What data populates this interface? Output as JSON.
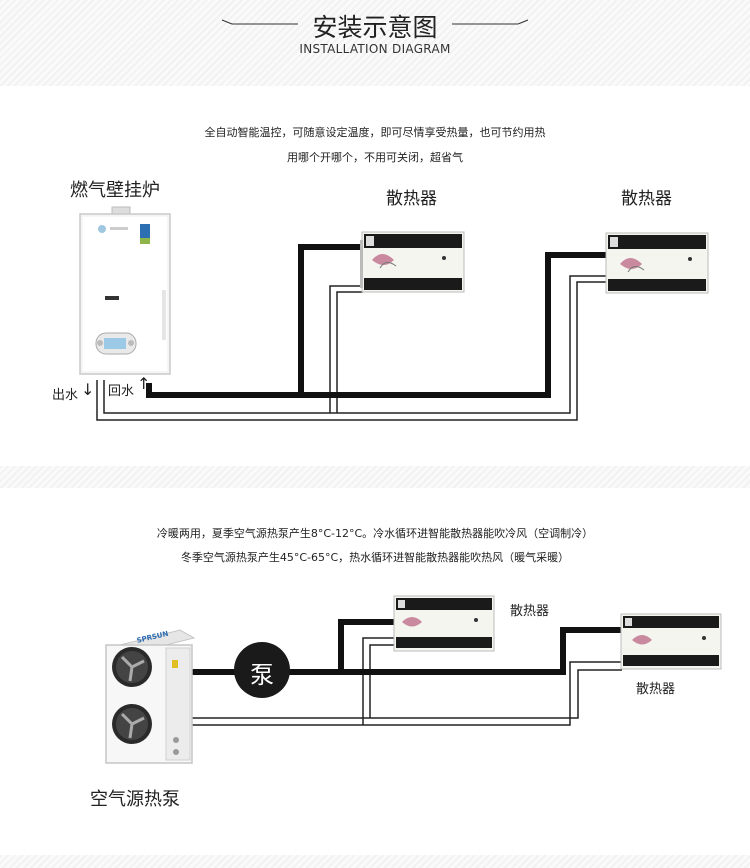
{
  "header": {
    "title": "安装示意图",
    "subtitle": "INSTALLATION DIAGRAM"
  },
  "section1": {
    "desc_line1": "全自动智能温控，可随意设定温度，即可尽情享受热量，也可节约用热",
    "desc_line2": "用哪个开哪个，不用可关闭，超省气",
    "boiler_label": "燃气壁挂炉",
    "radiator_label_1": "散热器",
    "radiator_label_2": "散热器",
    "outlet_label": "出水",
    "return_label": "回水",
    "outlet_arrow": "↓",
    "return_arrow": "↑"
  },
  "section2": {
    "desc_line1": "冷暖两用，夏季空气源热泵产生8°C-12°C。冷水循环进智能散热器能吹冷风（空调制冷）",
    "desc_line2": "冬季空气源热泵产生45°C-65°C，热水循环进智能散热器能吹热风（暖气采暖）",
    "radiator_label_1": "散热器",
    "radiator_label_2": "散热器",
    "pump_label": "泵",
    "heatpump_label": "空气源热泵",
    "heatpump_brand": "SPRSUN"
  },
  "colors": {
    "pipe": "#111111",
    "hatch": "#f2f2f2",
    "radiator_body": "#f5f5f0",
    "radiator_panel": "#1a1a1a"
  }
}
